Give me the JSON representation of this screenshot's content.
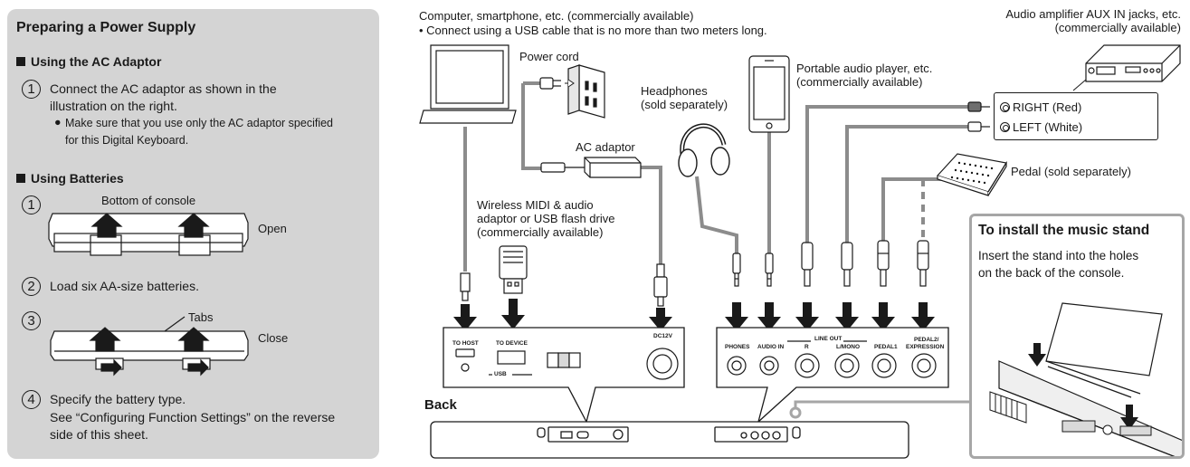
{
  "left": {
    "title": "Preparing a Power Supply",
    "ac_section": {
      "heading": "Using the AC Adaptor",
      "step_num": "1",
      "step_line1": "Connect the AC adaptor as shown in the",
      "step_line2": "illustration on the right.",
      "bullet_line1": "Make sure that you use only the AC adaptor specified",
      "bullet_line2": "for this Digital Keyboard."
    },
    "battery_section": {
      "heading": "Using Batteries",
      "step1_num": "1",
      "bottom_label": "Bottom of console",
      "open_label": "Open",
      "step2_num": "2",
      "step2_text": "Load six AA-size batteries.",
      "step3_num": "3",
      "tabs_label": "Tabs",
      "close_label": "Close",
      "step4_num": "4",
      "step4_line1": "Specify the battery type.",
      "step4_line2": "See “Configuring Function Settings” on the reverse",
      "step4_line3": "side of this sheet."
    }
  },
  "diagram": {
    "computer_line1": "Computer, smartphone, etc. (commercially available)",
    "computer_line2": "• Connect using a USB cable that is no more than two meters long.",
    "power_cord": "Power cord",
    "ac_adaptor": "AC adaptor",
    "headphones_line1": "Headphones",
    "headphones_line2": "(sold separately)",
    "portable_line1": "Portable audio player, etc.",
    "portable_line2": "(commercially available)",
    "amp_line1": "Audio amplifier AUX IN jacks, etc.",
    "amp_line2": "(commercially available)",
    "right_red": "RIGHT (Red)",
    "left_white": "LEFT (White)",
    "pedal": "Pedal (sold separately)",
    "wireless_line1": "Wireless MIDI & audio",
    "wireless_line2": "adaptor or USB flash drive",
    "wireless_line3": "(commercially available)",
    "back": "Back",
    "ports": {
      "to_host": "TO HOST",
      "to_device": "TO DEVICE",
      "usb": "USB",
      "dc12v": "DC12V",
      "phones": "PHONES",
      "audio_in": "AUDIO IN",
      "line_out": "LINE OUT",
      "r": "R",
      "l_mono": "L/MONO",
      "pedal1": "PEDAL1",
      "pedal2_line1": "PEDAL2/",
      "pedal2_line2": "EXPRESSION"
    }
  },
  "stand": {
    "title": "To install the music stand",
    "line1": "Insert the stand into the holes",
    "line2": "on the back of the console."
  }
}
